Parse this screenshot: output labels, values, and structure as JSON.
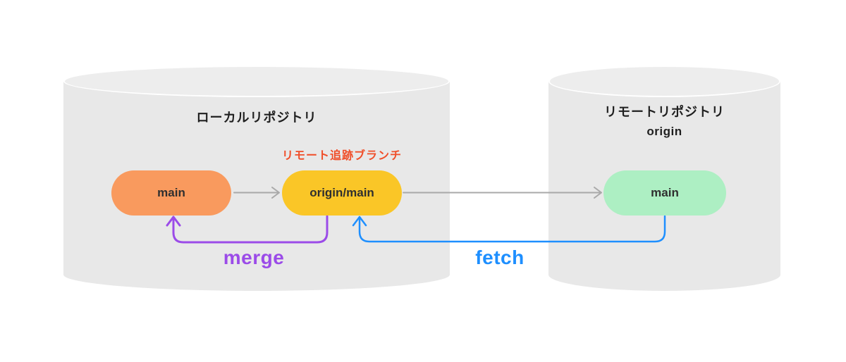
{
  "colors": {
    "cylinder": "#E8E8E8",
    "cylinder_top": "#EDEDED",
    "node_main_local": "#F99A5E",
    "node_origin_main": "#FAC627",
    "node_main_remote": "#ADEFC3",
    "tracking_label": "#F04E29",
    "merge": "#9B4BE8",
    "fetch": "#1E8FFF",
    "arrow_gray": "#A9A9A9",
    "text_dark": "#1F1F1F"
  },
  "local_repo": {
    "title": "ローカルリポジトリ",
    "tracking_branch_label": "リモート追跡ブランチ",
    "nodes": {
      "main": "main",
      "origin_main": "origin/main"
    }
  },
  "remote_repo": {
    "title": "リモートリポジトリ",
    "subtitle": "origin",
    "nodes": {
      "main": "main"
    }
  },
  "arrows": {
    "merge_label": "merge",
    "fetch_label": "fetch"
  }
}
